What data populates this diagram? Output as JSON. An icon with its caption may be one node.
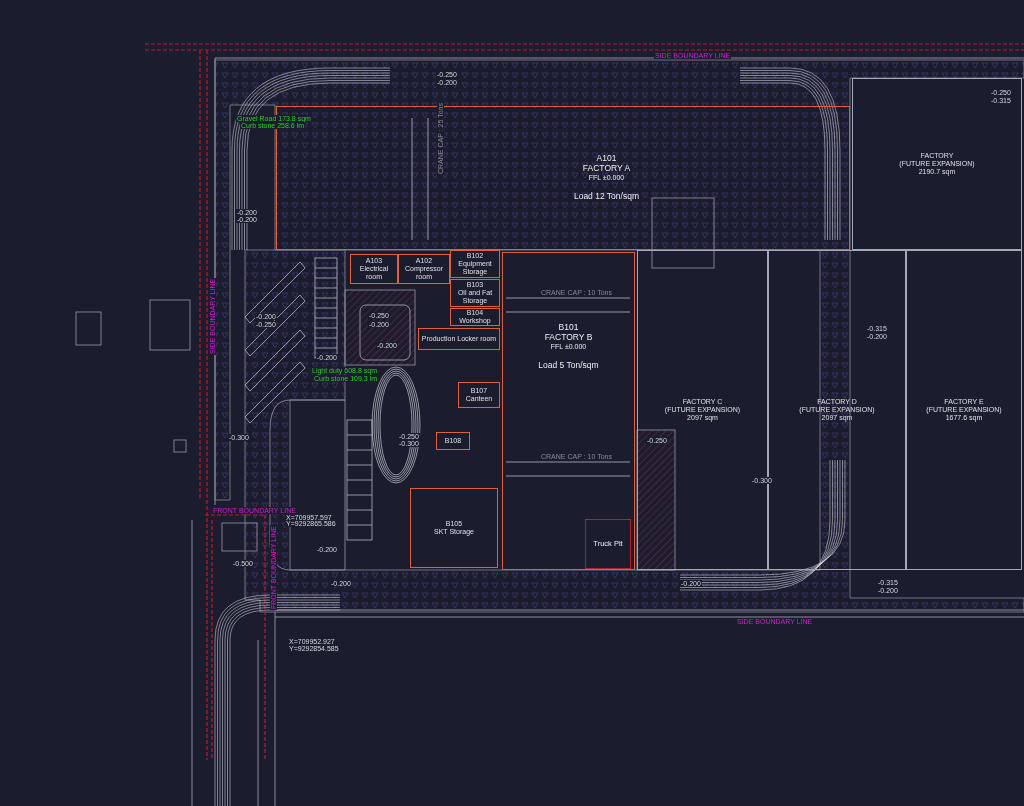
{
  "diagram": {
    "nodes": [
      {
        "text": [
          "A101",
          "FACTORY A",
          "FFL ±0.000",
          "Load 12 Ton/sqm"
        ]
      },
      {
        "text": [
          "FACTORY",
          "(FUTURE EXPANSION)",
          "2190.7 sqm"
        ]
      },
      {
        "text": [
          "A103",
          "Electrical room"
        ]
      },
      {
        "text": [
          "A102",
          "Compressor room"
        ]
      },
      {
        "text": [
          "B102",
          "Equipment Storage"
        ]
      },
      {
        "text": [
          "B103",
          "Oil and Fat Storage"
        ]
      },
      {
        "text": [
          "B104",
          "Workshop"
        ]
      },
      {
        "text": [
          "Production Locker room"
        ]
      },
      {
        "text": [
          "B101",
          "FACTORY B",
          "FFL ±0.000",
          "Load 5 Ton/sqm"
        ]
      },
      {
        "text": [
          "FACTORY C",
          "(FUTURE EXPANSION)",
          "2097 sqm"
        ]
      },
      {
        "text": [
          "FACTORY D",
          "(FUTURE EXPANSION)",
          "2097 sqm"
        ]
      },
      {
        "text": [
          "FACTORY E",
          "(FUTURE EXPANSION)",
          "1677.6 sqm"
        ]
      },
      {
        "text": [
          "B107",
          "Canteen"
        ]
      },
      {
        "text": [
          "B108"
        ]
      },
      {
        "text": [
          "B105",
          "SKT Storage"
        ]
      },
      {
        "text": [
          "Truck Pit"
        ],
        "in": 8
      }
    ],
    "labels": [
      "SIDE BOUNDARY LINE",
      "SIDE BOUNDARY LINE",
      "FRONT BOUNDARY LINE",
      "FRONT BOUNDARY LINE",
      "SIDE BOUNDARY LINE",
      "Gravel Road 173.8 sqm",
      "Curb stone 258.6 lm",
      "Light duty 608.8 sqm",
      "Curb stone 109.3 lm",
      "CRANE CAP : 25 Tons",
      "CRANE CAP : 10 Tons",
      "CRANE CAP : 10 Tons",
      "X=709957.597",
      "Y=9292865.586",
      "X=709952.927",
      "Y=9292854.585",
      "-0.250",
      "-0.200",
      "-0.200",
      "-0.200",
      "-0.250",
      "-0.315",
      "-0.200",
      "-0.250",
      "-0.250",
      "-0.200",
      "-0.200",
      "-0.200",
      "-0.300",
      "-0.250",
      "-0.300",
      "-0.200",
      "-0.500",
      "-0.200",
      "-0.315",
      "-0.200",
      "-0.250",
      "-0.300",
      "-0.200",
      "-0.315",
      "-0.200"
    ]
  }
}
